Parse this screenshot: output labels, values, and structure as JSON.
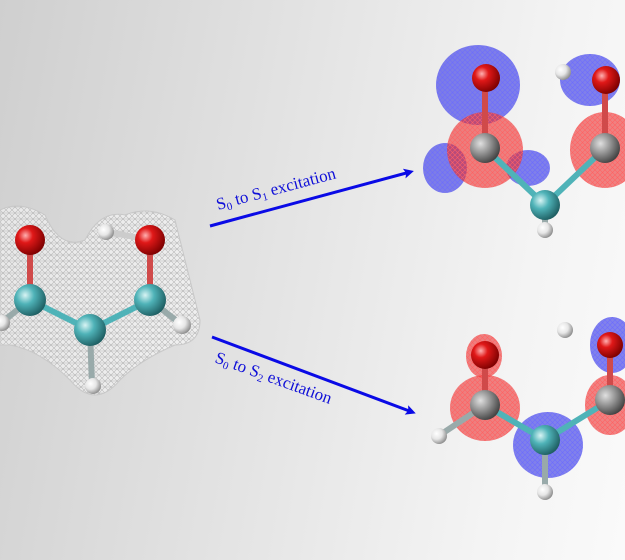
{
  "figure": {
    "arrows": [
      {
        "label_parts": [
          "S",
          "0",
          " to S",
          "1",
          " excitation"
        ]
      },
      {
        "label_parts": [
          "S",
          "0",
          " to S",
          "2",
          " excitation"
        ]
      }
    ]
  },
  "colors": {
    "arrow": "#0a0ae6",
    "oxygen": "#e01818",
    "carbon_nitrogen": "#4fb3b8",
    "hydrogen": "#f2f2f2",
    "orbital_positive": "#e82020",
    "orbital_negative": "#2020e0",
    "mesh": "#bcbcbc"
  }
}
